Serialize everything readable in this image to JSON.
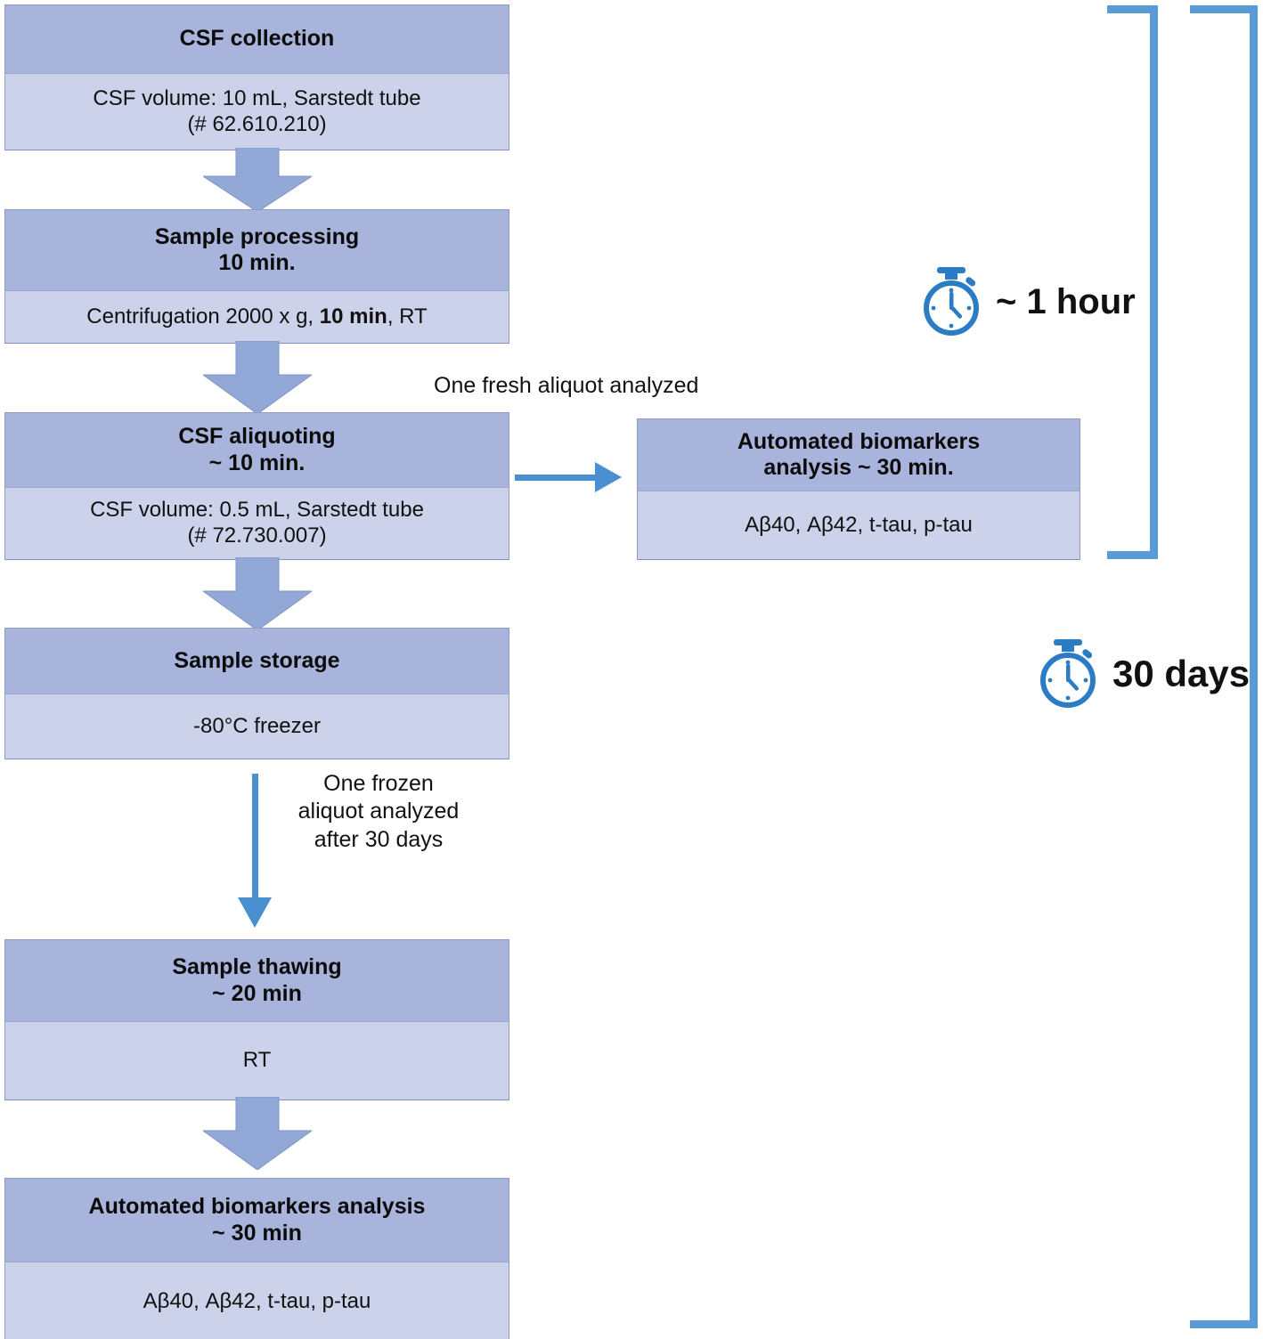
{
  "diagram": {
    "title": "CSF biomarker sample handling workflow",
    "colors": {
      "box_header": "#a8b4db",
      "box_body": "#ccd2ea",
      "box_border": "#8e9cc4",
      "block_arrow": "#92a8d6",
      "accent_blue": "#4a8fd0",
      "bracket_blue": "#5a9bd5",
      "text": "#111111",
      "background": "#ffffff"
    }
  },
  "steps": {
    "csf_collection": {
      "title": "CSF collection",
      "body_line1": "CSF volume: 10 mL, Sarstedt tube",
      "body_line2": "(# 62.610.210)"
    },
    "sample_processing": {
      "title_line1": "Sample processing",
      "title_line2": "10 min.",
      "body_prefix": "Centrifugation 2000 x g, ",
      "body_bold": "10 min",
      "body_suffix": ", RT"
    },
    "csf_aliquoting": {
      "title_line1": "CSF aliquoting",
      "title_line2": "~ 10 min.",
      "body_line1": "CSF volume: 0.5 mL, Sarstedt tube",
      "body_line2": "(# 72.730.007)"
    },
    "fresh_analysis": {
      "title_line1": "Automated biomarkers",
      "title_line2": "analysis ~ 30 min.",
      "body_line1": "Aβ40, Aβ42, t-tau, p-tau"
    },
    "sample_storage": {
      "title": "Sample storage",
      "body_line1": "-80°C freezer"
    },
    "sample_thawing": {
      "title_line1": "Sample thawing",
      "title_line2": "~ 20 min",
      "body_line1": "RT"
    },
    "frozen_analysis": {
      "title_line1": "Automated biomarkers analysis",
      "title_line2": "~ 30 min",
      "body_line1": "Aβ40, Aβ42, t-tau, p-tau"
    }
  },
  "connectors": {
    "fresh_aliquot_label": "One fresh aliquot analyzed",
    "frozen_aliquot_label": "One frozen\naliquot analyzed\nafter 30 days"
  },
  "timers": {
    "one_hour": {
      "icon": "stopwatch-icon",
      "label": "~ 1 hour"
    },
    "thirty_days": {
      "icon": "stopwatch-icon",
      "label": "30 days"
    }
  }
}
